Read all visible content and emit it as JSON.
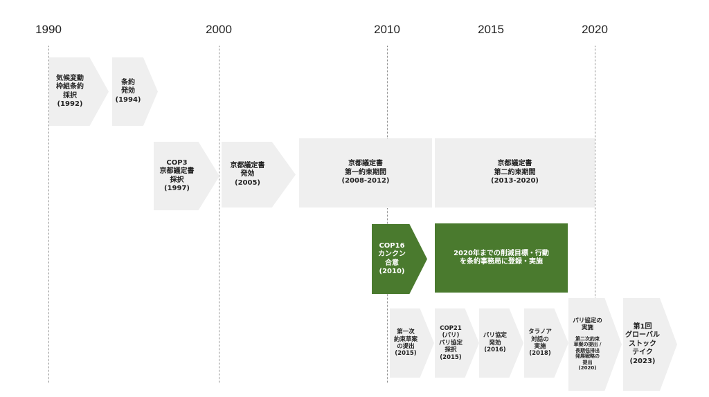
{
  "colors": {
    "gray_box": "#efefef",
    "green_box": "#4a7a2e",
    "gridline": "#888888"
  },
  "axis": {
    "years": [
      "1990",
      "2000",
      "2010",
      "2015",
      "2020"
    ]
  },
  "events": [
    {
      "id": "unfccc",
      "text": "気候変動\n枠組条約\n採択\n(1992)"
    },
    {
      "id": "convention-effect",
      "text": "条約\n発効\n(1994)"
    },
    {
      "id": "cop3",
      "text": "COP3\n京都議定書\n採択\n(1997)"
    },
    {
      "id": "kyoto-effect",
      "text": "京都議定書\n発効\n(2005)"
    },
    {
      "id": "kyoto-first-period",
      "text": "京都議定書\n第一約束期間\n(2008-2012)"
    },
    {
      "id": "kyoto-second-period",
      "text": "京都議定書\n第二約束期間\n(2013-2020)"
    },
    {
      "id": "cop16",
      "text": "COP16\nカンクン\n合意\n(2010)"
    },
    {
      "id": "targets-2020",
      "text": "2020年までの削減目標・行動\nを条約事務局に登録・実施"
    },
    {
      "id": "draft-submission",
      "text": "第一次\n約束草案\nの提出\n(2015)"
    },
    {
      "id": "cop21",
      "text": "COP21\n(パリ)\nパリ協定\n採択\n(2015)"
    },
    {
      "id": "paris-effect",
      "text": "パリ協定\n発効\n(2016)"
    },
    {
      "id": "talanoa",
      "text": "タラノア\n対話の\n実施\n(2018)"
    },
    {
      "id": "paris-implementation",
      "text": "パリ協定の\n実施",
      "sub": "第二次約束\n草案の提出 /\n長期低排出\n発展戦略の\n提出\n(2020)"
    },
    {
      "id": "global-stocktake",
      "text": "第1回\nグローバル\nストック\nテイク\n(2023)"
    }
  ]
}
